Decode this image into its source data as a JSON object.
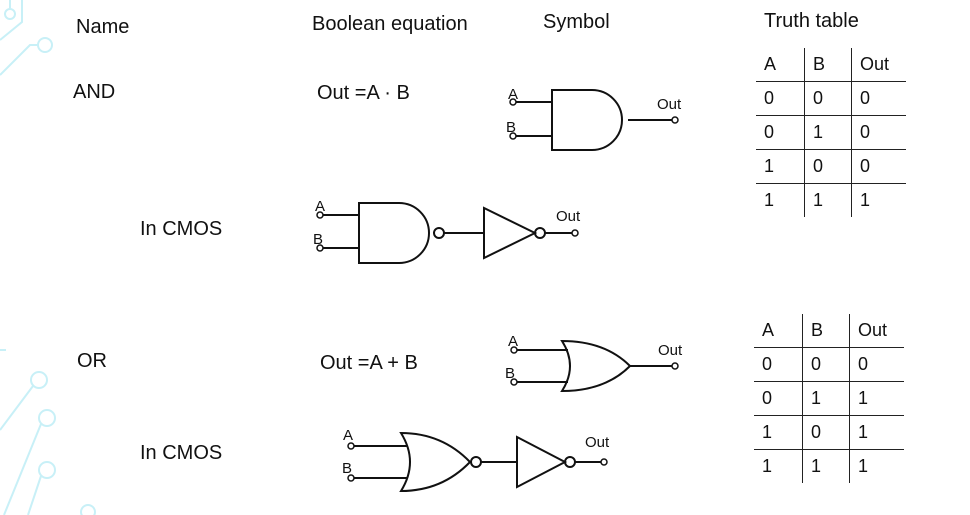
{
  "headers": {
    "name": "Name",
    "equation": "Boolean equation",
    "symbol": "Symbol",
    "truth_table": "Truth table"
  },
  "and_gate": {
    "name": "AND",
    "equation": "Out =A · B",
    "cmos_label": "In CMOS",
    "input_a": "A",
    "input_b": "B",
    "output": "Out",
    "truth_table": {
      "columns": [
        "A",
        "B",
        "Out"
      ],
      "rows": [
        [
          "0",
          "0",
          "0"
        ],
        [
          "0",
          "1",
          "0"
        ],
        [
          "1",
          "0",
          "0"
        ],
        [
          "1",
          "1",
          "1"
        ]
      ]
    }
  },
  "or_gate": {
    "name": "OR",
    "equation": "Out =A + B",
    "cmos_label": "In CMOS",
    "input_a": "A",
    "input_b": "B",
    "output": "Out",
    "truth_table": {
      "columns": [
        "A",
        "B",
        "Out"
      ],
      "rows": [
        [
          "0",
          "0",
          "0"
        ],
        [
          "0",
          "1",
          "1"
        ],
        [
          "1",
          "0",
          "1"
        ],
        [
          "1",
          "1",
          "1"
        ]
      ]
    }
  },
  "colors": {
    "line": "#111111",
    "circuit_decoration": "#bfeef6"
  },
  "icons": [
    "circuit-decoration-icon",
    "and-gate-icon",
    "nand-gate-icon",
    "not-gate-icon",
    "or-gate-icon",
    "nor-gate-icon"
  ]
}
